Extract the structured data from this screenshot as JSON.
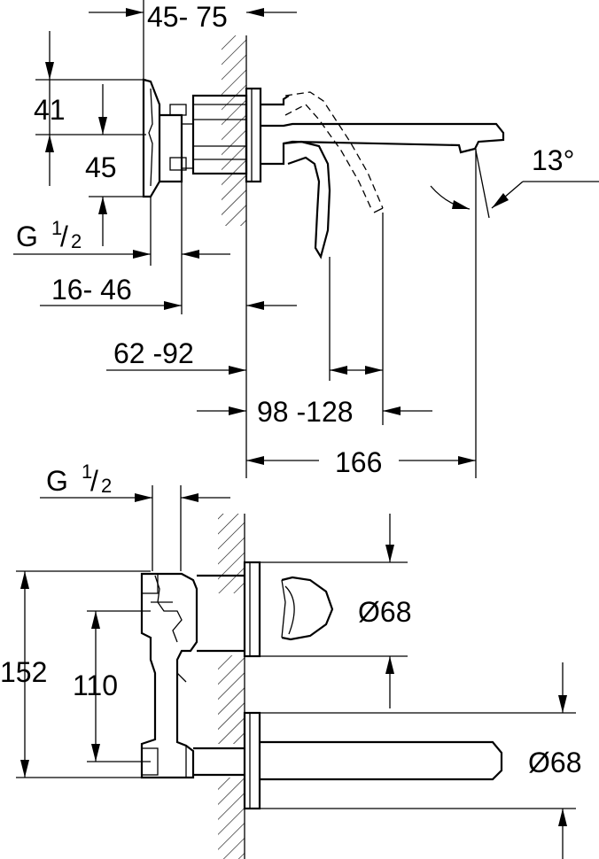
{
  "dimensions": {
    "wall_offset_range": "45- 75",
    "body_upper": "41",
    "body_lower": "45",
    "thread_top": "G",
    "thread_top_num": "1",
    "thread_top_den": "2",
    "cartridge_range": "16- 46",
    "body_depth_range": "62 -92",
    "handle_range": "98 -128",
    "spout_length": "166",
    "spout_angle": "13°",
    "thread_front": "G",
    "thread_front_num": "1",
    "thread_front_den": "2",
    "height_total": "152",
    "height_centers": "110",
    "rosette_diameter_upper": "Ø68",
    "rosette_diameter_lower": "Ø68"
  }
}
